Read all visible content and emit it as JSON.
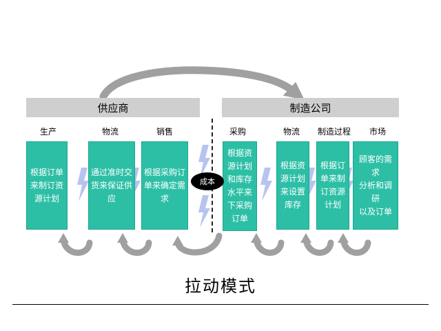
{
  "groups": {
    "supplier": "供应商",
    "manufacturer": "制造公司"
  },
  "columns": {
    "production": "生产",
    "logistics1": "物流",
    "sales": "销售",
    "purchasing": "采购",
    "logistics2": "物流",
    "process": "制造过程",
    "market": "市场"
  },
  "boxes": {
    "b1": [
      "根据订单",
      "来制订资",
      "源计划"
    ],
    "b2": [
      "通过准时交",
      "货来保证供",
      "应"
    ],
    "b3": [
      "根据采购订",
      "单来确定需",
      "求"
    ],
    "b4": [
      "根据资",
      "源计划",
      "和库存",
      "水平来",
      "下采购",
      "订单"
    ],
    "b5": [
      "根据资",
      "源计划",
      "来设置",
      "库存"
    ],
    "b6": [
      "根据订",
      "单来制",
      "订资源",
      "计划"
    ],
    "b7": [
      "顾客的需求",
      "分析和调研",
      "以及订单"
    ]
  },
  "cost_label": "成本",
  "title": "拉动模式",
  "colors": {
    "box_fill": "#2dbfa6",
    "bar_fill": "#cfcfcf",
    "arrow_gray": "#a0a0a0",
    "lightning": "#b7c4ef"
  }
}
